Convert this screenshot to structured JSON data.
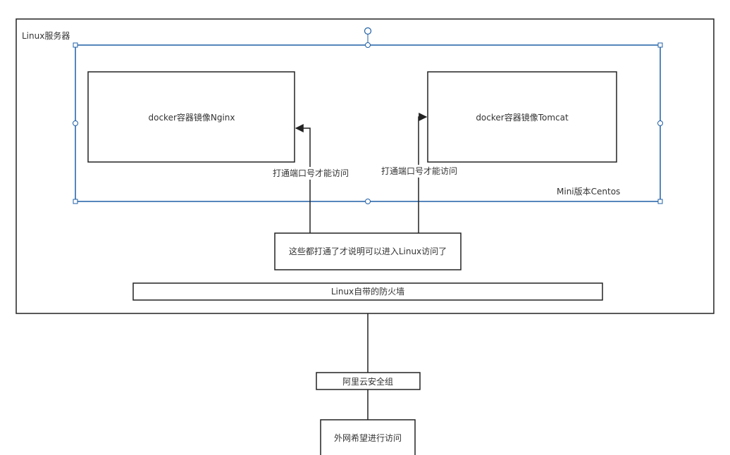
{
  "diagram": {
    "server_label": "Linux服务器",
    "centos_label": "Mini版本Centos",
    "nginx_label": "docker容器镜像Nginx",
    "tomcat_label": "docker容器镜像Tomcat",
    "port_label_left": "打通端口号才能访问",
    "port_label_right": "打通端口号才能访问",
    "explain_label": "这些都打通了才说明可以进入Linux访问了",
    "firewall_label": "Linux自带的防火墙",
    "security_group_label": "阿里云安全组",
    "external_label": "外网希望进行访问"
  },
  "colors": {
    "selection": "#1f5fa6",
    "stroke": "#222222",
    "text": "#333333"
  }
}
